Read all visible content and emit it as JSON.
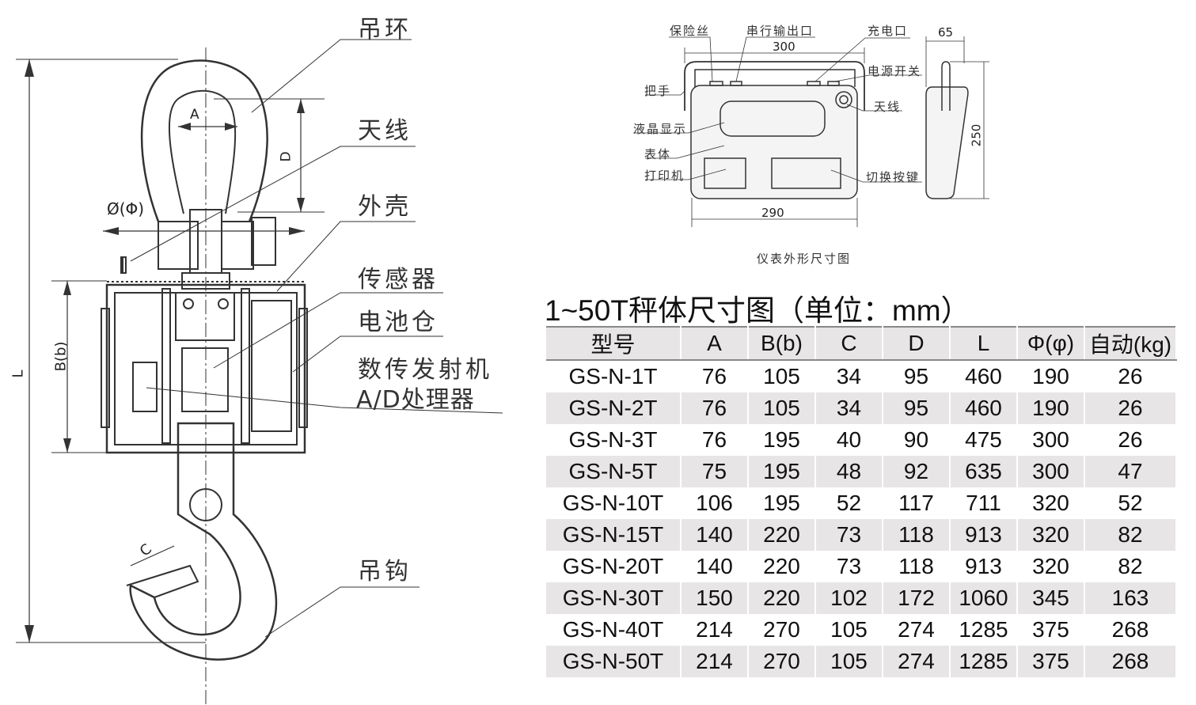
{
  "hook_diagram": {
    "labels": {
      "ring": "吊环",
      "antenna": "天线",
      "shell": "外壳",
      "sensor": "传感器",
      "battery": "电池仓",
      "transmitter": "数传发射机",
      "ad_processor": "A/D处理器",
      "hook": "吊钩"
    },
    "dims": {
      "A": "A",
      "D": "D",
      "phi": "Ø(Φ)",
      "B": "B(b)",
      "L": "L",
      "C": "C"
    }
  },
  "instrument_diagram": {
    "caption": "仪表外形尺寸图",
    "labels": {
      "fuse": "保险丝",
      "serial": "串行输出口",
      "charge": "充电口",
      "power": "电源开关",
      "handle": "把手",
      "antenna": "天线",
      "lcd": "液晶显示",
      "body": "表体",
      "printer": "打印机",
      "switch_keys": "切换按键"
    },
    "dims": {
      "top_width": "300",
      "bottom_width": "290",
      "depth": "65",
      "height": "250"
    }
  },
  "table": {
    "title": "1~50T秤体尺寸图（单位：mm）",
    "headers": [
      "型号",
      "A",
      "B(b)",
      "C",
      "D",
      "L",
      "Φ(φ)",
      "自动(kg)"
    ],
    "rows": [
      [
        "GS-N-1T",
        "76",
        "105",
        "34",
        "95",
        "460",
        "190",
        "26"
      ],
      [
        "GS-N-2T",
        "76",
        "105",
        "34",
        "95",
        "460",
        "190",
        "26"
      ],
      [
        "GS-N-3T",
        "76",
        "195",
        "40",
        "90",
        "475",
        "300",
        "26"
      ],
      [
        "GS-N-5T",
        "75",
        "195",
        "48",
        "92",
        "635",
        "300",
        "47"
      ],
      [
        "GS-N-10T",
        "106",
        "195",
        "52",
        "117",
        "711",
        "320",
        "52"
      ],
      [
        "GS-N-15T",
        "140",
        "220",
        "73",
        "118",
        "913",
        "320",
        "82"
      ],
      [
        "GS-N-20T",
        "140",
        "220",
        "73",
        "118",
        "913",
        "320",
        "82"
      ],
      [
        "GS-N-30T",
        "150",
        "220",
        "102",
        "172",
        "1060",
        "345",
        "163"
      ],
      [
        "GS-N-40T",
        "214",
        "270",
        "105",
        "274",
        "1285",
        "375",
        "268"
      ],
      [
        "GS-N-50T",
        "214",
        "270",
        "105",
        "274",
        "1285",
        "375",
        "268"
      ]
    ]
  }
}
